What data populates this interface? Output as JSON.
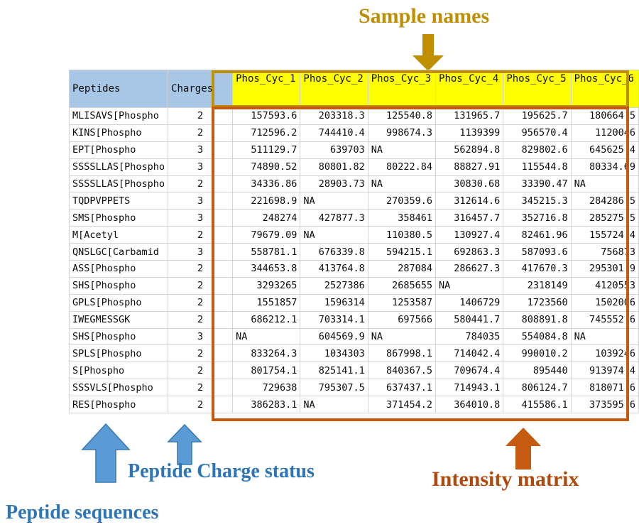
{
  "annotations": {
    "sample_names": "Sample names",
    "intensity_matrix": "Intensity matrix",
    "charge_status": "Peptide Charge status",
    "peptide_sequences": "Peptide sequences"
  },
  "colors": {
    "sample_names_accent": "#BF8F00",
    "intensity_accent": "#C55A11",
    "blue_accent": "#2E75B6",
    "arrow_blue": "#5B9BD5",
    "header_blue": "#A8C6E5",
    "highlight_yellow": "#FFFF00"
  },
  "table": {
    "headers": {
      "peptides": "Peptides",
      "charges": "Charges",
      "samples": [
        "Phos_Cyc_1",
        "Phos_Cyc_2",
        "Phos_Cyc_3",
        "Phos_Cyc_4",
        "Phos_Cyc_5",
        "Phos_Cyc_6"
      ]
    },
    "rows": [
      {
        "peptide": "MLISAVS[Phospho",
        "charge": "2",
        "values": [
          "157593.6",
          "203318.3",
          "125540.8",
          "131965.7",
          "195625.7",
          "180664.5"
        ]
      },
      {
        "peptide": "KINS[Phospho",
        "charge": "2",
        "values": [
          "712596.2",
          "744410.4",
          "998674.3",
          "1139399",
          "956570.4",
          "1120046"
        ]
      },
      {
        "peptide": "EPT[Phospho",
        "charge": "3",
        "values": [
          "511129.7",
          "639703",
          "NA",
          "562894.8",
          "829802.6",
          "645625.4"
        ]
      },
      {
        "peptide": "SSSSLLAS[Phospho",
        "charge": "3",
        "values": [
          "74890.52",
          "80801.82",
          "80222.84",
          "88827.91",
          "115544.8",
          "80334.69"
        ]
      },
      {
        "peptide": "SSSSLLAS[Phospho",
        "charge": "2",
        "values": [
          "34336.86",
          "28903.73",
          "NA",
          "30830.68",
          "33390.47",
          "NA"
        ]
      },
      {
        "peptide": "TQDPVPPETS",
        "charge": "3",
        "values": [
          "221698.9",
          "NA",
          "270359.6",
          "312614.6",
          "345215.3",
          "284286.5"
        ]
      },
      {
        "peptide": "SMS[Phospho",
        "charge": "3",
        "values": [
          "248274",
          "427877.3",
          "358461",
          "316457.7",
          "352716.8",
          "285275.5"
        ]
      },
      {
        "peptide": "M[Acetyl",
        "charge": "2",
        "values": [
          "79679.09",
          "NA",
          "110380.5",
          "130927.4",
          "82461.96",
          "155724.4"
        ]
      },
      {
        "peptide": "QNSLGC[Carbamid",
        "charge": "3",
        "values": [
          "558781.1",
          "676339.8",
          "594215.1",
          "692863.3",
          "587093.6",
          "756873"
        ]
      },
      {
        "peptide": "ASS[Phospho",
        "charge": "2",
        "values": [
          "344653.8",
          "413764.8",
          "287084",
          "286627.3",
          "417670.3",
          "295301.9"
        ]
      },
      {
        "peptide": "SHS[Phospho",
        "charge": "2",
        "values": [
          "3293265",
          "2527386",
          "2685655",
          "NA",
          "2318149",
          "4120553"
        ]
      },
      {
        "peptide": "GPLS[Phospho",
        "charge": "2",
        "values": [
          "1551857",
          "1596314",
          "1253587",
          "1406729",
          "1723560",
          "1502006"
        ]
      },
      {
        "peptide": "IWEGMESSGK",
        "charge": "2",
        "values": [
          "686212.1",
          "703314.1",
          "697566",
          "580441.7",
          "808891.8",
          "745552.6"
        ]
      },
      {
        "peptide": "SHS[Phospho",
        "charge": "3",
        "values": [
          "NA",
          "604569.9",
          "NA",
          "784035",
          "554084.8",
          "NA"
        ]
      },
      {
        "peptide": "SPLS[Phospho",
        "charge": "2",
        "values": [
          "833264.3",
          "1034303",
          "867998.1",
          "714042.4",
          "990010.2",
          "1039246"
        ]
      },
      {
        "peptide": "S[Phospho",
        "charge": "2",
        "values": [
          "801754.1",
          "825141.1",
          "840367.5",
          "709674.4",
          "895440",
          "913974.4"
        ]
      },
      {
        "peptide": "SSSVLS[Phospho",
        "charge": "2",
        "values": [
          "729638",
          "795307.5",
          "637437.1",
          "714943.1",
          "806124.7",
          "818071.6"
        ]
      },
      {
        "peptide": "RES[Phospho",
        "charge": "2",
        "values": [
          "386283.1",
          "NA",
          "371454.2",
          "364010.8",
          "415586.1",
          "373595.6"
        ]
      }
    ]
  }
}
